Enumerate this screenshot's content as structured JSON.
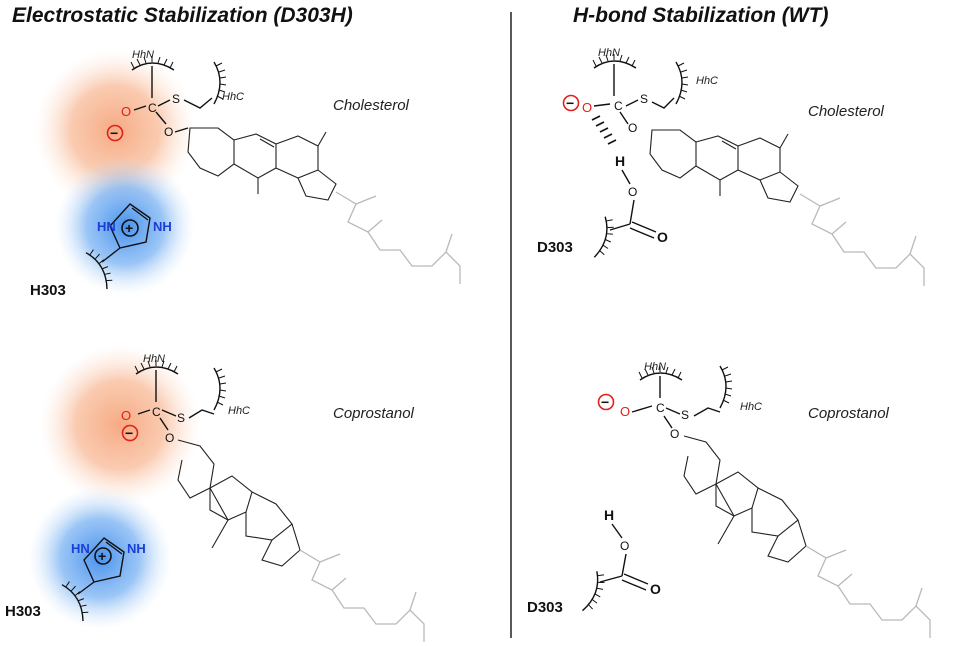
{
  "panels": {
    "left": {
      "title": "Electrostatic Stabilization (D303H)",
      "top": {
        "molecule": "Cholesterol",
        "hhn": "HhN",
        "hhc": "HhC",
        "residue": "H303",
        "imid_nh1": "HN",
        "imid_nh2": "NH"
      },
      "bottom": {
        "molecule": "Coprostanol",
        "hhn": "HhN",
        "hhc": "HhC",
        "residue": "H303",
        "imid_nh1": "HN",
        "imid_nh2": "NH"
      }
    },
    "right": {
      "title": "H-bond Stabilization (WT)",
      "top": {
        "molecule": "Cholesterol",
        "hhn": "HhN",
        "hhc": "HhC",
        "residue": "D303",
        "h_atom": "H"
      },
      "bottom": {
        "molecule": "Coprostanol",
        "hhn": "HhN",
        "hhc": "HhC",
        "residue": "D303",
        "h_atom": "H"
      }
    }
  },
  "atoms": {
    "carbon": "C",
    "sulfur": "S",
    "oxygen": "O",
    "charge_minus": "−",
    "charge_plus": "+"
  },
  "colors": {
    "glow_orange": "#f7b48f",
    "glow_blue": "#5aa0f0",
    "oxygen_red": "#e0201a",
    "imidazole_blue": "#1a3fd6",
    "tail_gray": "#b9b9b9"
  }
}
